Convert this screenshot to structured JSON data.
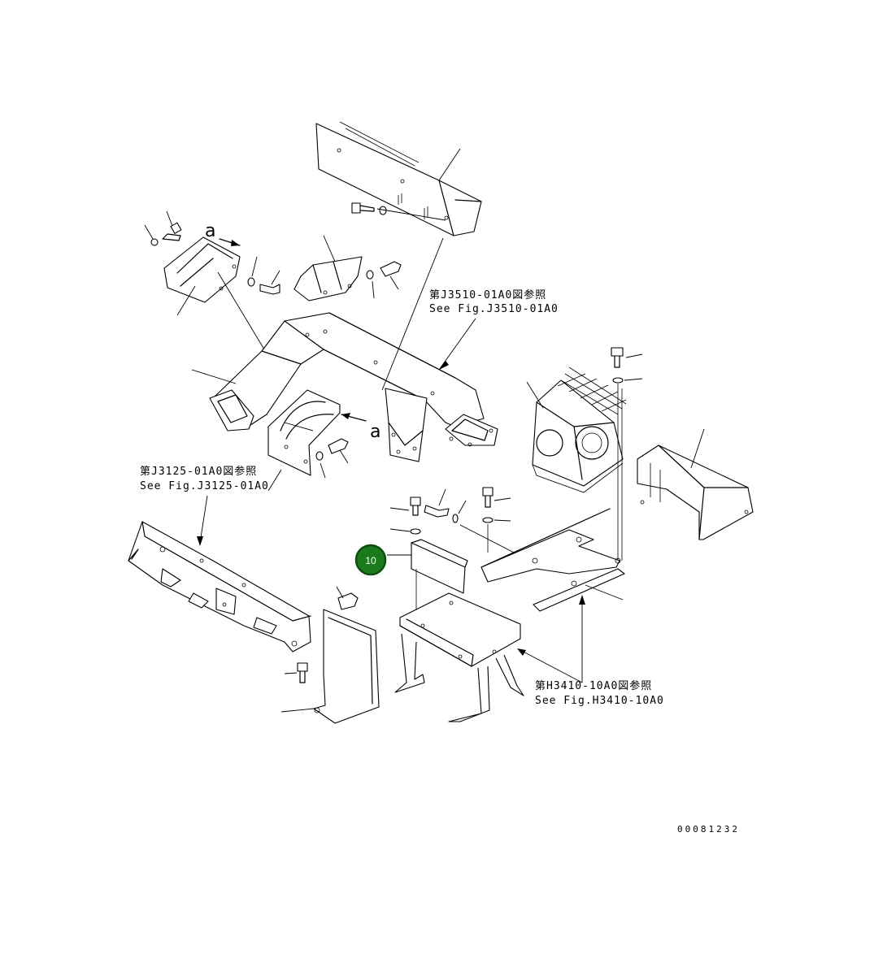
{
  "callouts": [
    {
      "number": "10",
      "color": "#1b7a1b"
    }
  ],
  "view_marks": [
    "a",
    "a"
  ],
  "references": [
    {
      "jp": "第J3510-01A0図参照",
      "en": "See Fig.J3510-01A0"
    },
    {
      "jp": "第J3125-01A0図参照",
      "en": "See Fig.J3125-01A0"
    },
    {
      "jp": "第H3410-10A0図参照",
      "en": "See Fig.H3410-10A0"
    }
  ],
  "drawing_code": "00081232"
}
